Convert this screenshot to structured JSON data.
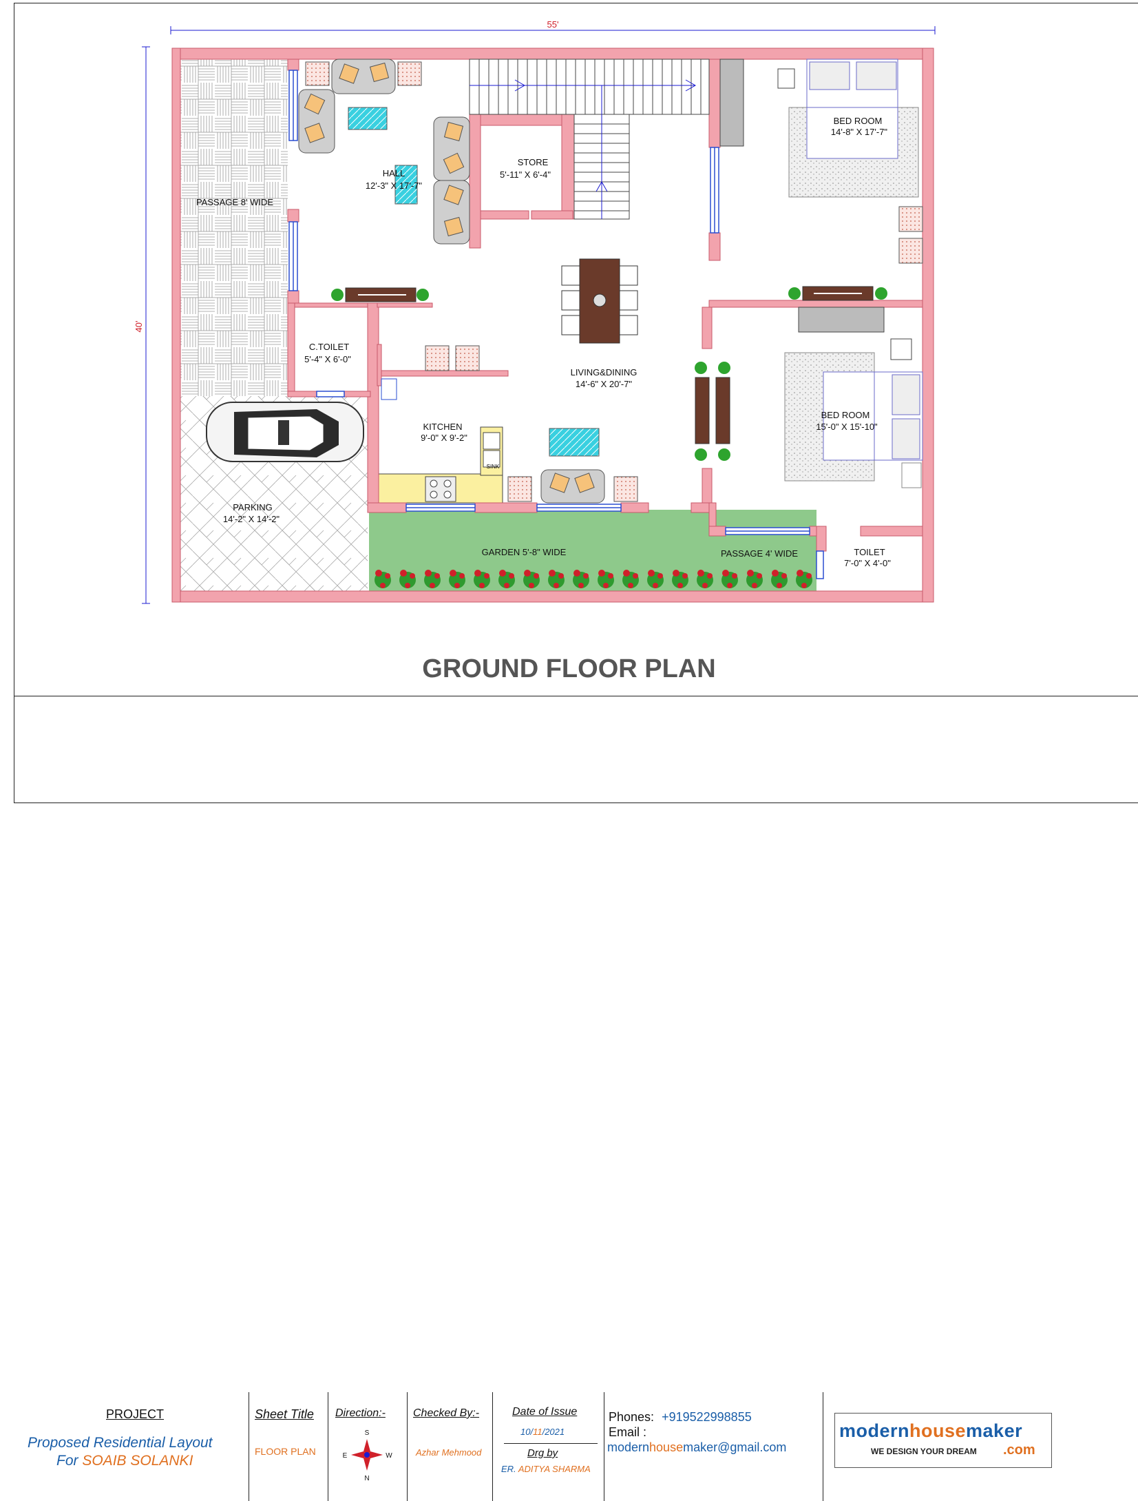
{
  "colors": {
    "wall": "#f2a3ad",
    "wall_stroke": "#c85a6a",
    "dim_line": "#1a1ad0",
    "dim_text_red": "#d0202a",
    "window": "#2a4dd0",
    "garden": "#8ec98b",
    "kitchen_counter": "#fbf0a0",
    "table_wood": "#6a3a2a",
    "glass": "#39d0e0",
    "accent_orange": "#e07020",
    "accent_blue": "#1a5ea8",
    "title_gray": "#555555"
  },
  "dimensions": {
    "width": "55'",
    "height": "40'"
  },
  "rooms": {
    "passage": {
      "label": "PASSAGE 8' WIDE"
    },
    "hall": {
      "label": "HALL",
      "size": "12'-3\" X 17'-7\""
    },
    "store": {
      "label": "STORE",
      "size": "5'-11\" X 6'-4\""
    },
    "bed1": {
      "label": "BED ROOM",
      "size": "14'-8\" X 17'-7\""
    },
    "ctoilet": {
      "label": "C.TOILET",
      "size": "5'-4\" X 6'-0\""
    },
    "living": {
      "label": "LIVING&DINING",
      "size": "14'-6\" X 20'-7\""
    },
    "kitchen": {
      "label": "KITCHEN",
      "size": "9'-0\" X 9'-2\"",
      "sink": "SINK"
    },
    "bed2": {
      "label": "BED ROOM",
      "size": "15'-0\" X 15'-10\""
    },
    "parking": {
      "label": "PARKING",
      "size": "14'-2\" X 14'-2\""
    },
    "garden": {
      "label": "GARDEN 5'-8\" WIDE"
    },
    "passage4": {
      "label": "PASSAGE 4' WIDE"
    },
    "toilet": {
      "label": "TOILET",
      "size": "7'-0\" X 4'-0\""
    }
  },
  "plan_title": "GROUND FLOOR PLAN",
  "titleblock": {
    "project_heading": "PROJECT",
    "project_line1": "Proposed Residential Layout",
    "project_for": "For",
    "project_client": "SOAIB SOLANKI",
    "sheet_title_heading": "Sheet Title",
    "sheet_title_value": "FLOOR PLAN",
    "direction_heading": "Direction:-",
    "compass": {
      "n": "N",
      "s": "S",
      "e": "E",
      "w": "W"
    },
    "checked_heading": "Checked By:-",
    "checked_value": "Azhar Mehmood",
    "date_heading": "Date of Issue",
    "date_day": "10/",
    "date_month": "11",
    "date_year": "/2021",
    "drg_heading": "Drg by",
    "drg_prefix": "ER.",
    "drg_value": "ADITYA SHARMA",
    "phones_label": "Phones:",
    "phones_value": "+919522998855",
    "email_label": "Email :",
    "email_part1": "modern",
    "email_part2": "house",
    "email_part3": "maker@gmail.com",
    "logo_modern": "modern",
    "logo_house": "house",
    "logo_maker": "maker",
    "logo_tagline": "WE DESIGN YOUR DREAM",
    "logo_com": ".com"
  }
}
